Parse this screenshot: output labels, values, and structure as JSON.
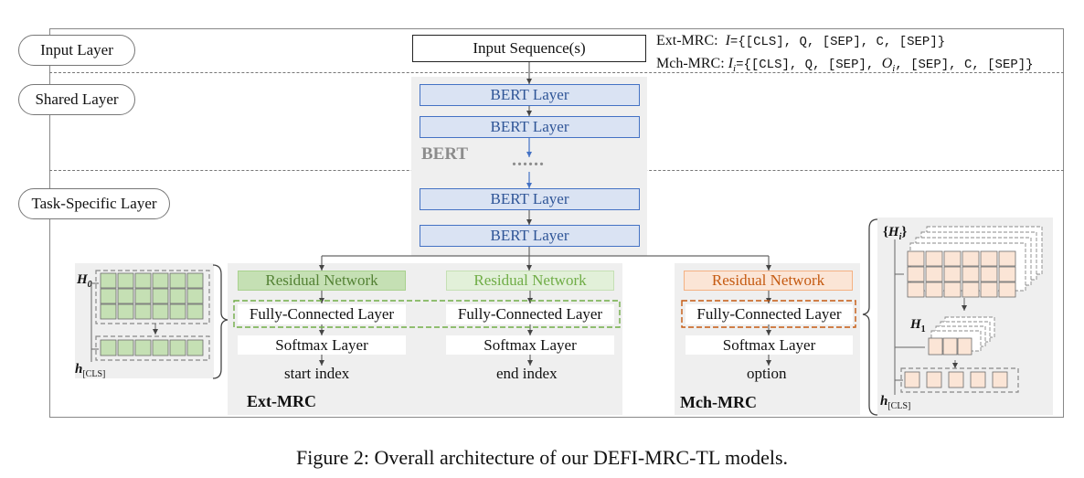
{
  "layers": {
    "input": "Input Layer",
    "shared": "Shared Layer",
    "task": "Task-Specific Layer"
  },
  "input_sequence": "Input Sequence(s)",
  "formulas": {
    "ext_prefix": "Ext-MRC:",
    "ext_var": "I",
    "ext_body": "={[CLS], Q, [SEP], C, [SEP]}",
    "mch_prefix": "Mch-MRC:",
    "mch_var": "I",
    "mch_sub": "i",
    "mch_body_1": "={[CLS], Q, [SEP], ",
    "mch_O": "O",
    "mch_O_sub": "i",
    "mch_body_2": ", [SEP], C, [SEP]}"
  },
  "bert": {
    "layer_label": "BERT Layer",
    "group_label": "BERT",
    "ellipsis": "......"
  },
  "ext_mrc": {
    "title": "Ext-MRC",
    "residual": "Residual Network",
    "fc": "Fully-Connected Layer",
    "softmax": "Softmax Layer",
    "start": "start index",
    "end": "end index"
  },
  "mch_mrc": {
    "title": "Mch-MRC",
    "residual": "Residual Network",
    "fc": "Fully-Connected Layer",
    "softmax": "Softmax Layer",
    "option": "option"
  },
  "left_matrix": {
    "H_label": "H",
    "H_sub": "0",
    "h_label": "h",
    "h_sub": "[CLS]"
  },
  "right_matrix": {
    "Hi_open": "{",
    "Hi_label": "H",
    "Hi_sub": "i",
    "Hi_close": "}",
    "H1_label": "H",
    "H1_sub": "1",
    "h_label": "h",
    "h_sub": "[CLS]"
  },
  "caption": "Figure 2: Overall architecture of our DEFI-MRC-TL models.",
  "colors": {
    "bert_fill": "#dae3f3",
    "bert_border": "#4472c4",
    "green_fill": "#c5e0b4",
    "orange_fill": "#fbe5d6",
    "panel_gray": "#efefef"
  }
}
